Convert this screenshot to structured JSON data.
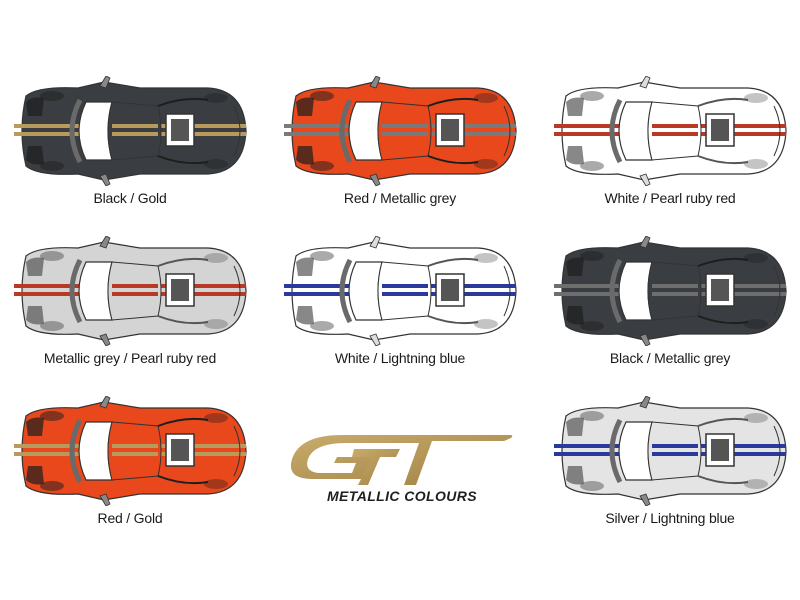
{
  "variants": [
    {
      "label": "Black / Gold",
      "body": "#3a3e42",
      "stripe": "#b89a5c"
    },
    {
      "label": "Red / Metallic grey",
      "body": "#e8481c",
      "stripe": "#7a7a7a"
    },
    {
      "label": "White / Pearl ruby red",
      "body": "#ffffff",
      "stripe": "#b83a26"
    },
    {
      "label": "Metallic grey / Pearl ruby red",
      "body": "#d4d4d4",
      "stripe": "#b83a26"
    },
    {
      "label": "White / Lightning blue",
      "body": "#ffffff",
      "stripe": "#2a3a9a"
    },
    {
      "label": "Black / Metallic grey",
      "body": "#3a3e42",
      "stripe": "#6e6e6e"
    },
    {
      "label": "Red / Gold",
      "body": "#e8481c",
      "stripe": "#b89a5c"
    },
    {
      "label": "Silver / Lightning blue",
      "body": "#e4e4e4",
      "stripe": "#2a3a9a"
    }
  ],
  "logo": {
    "caption": "METALLIC COLOURS",
    "color": "#b89a5c"
  }
}
